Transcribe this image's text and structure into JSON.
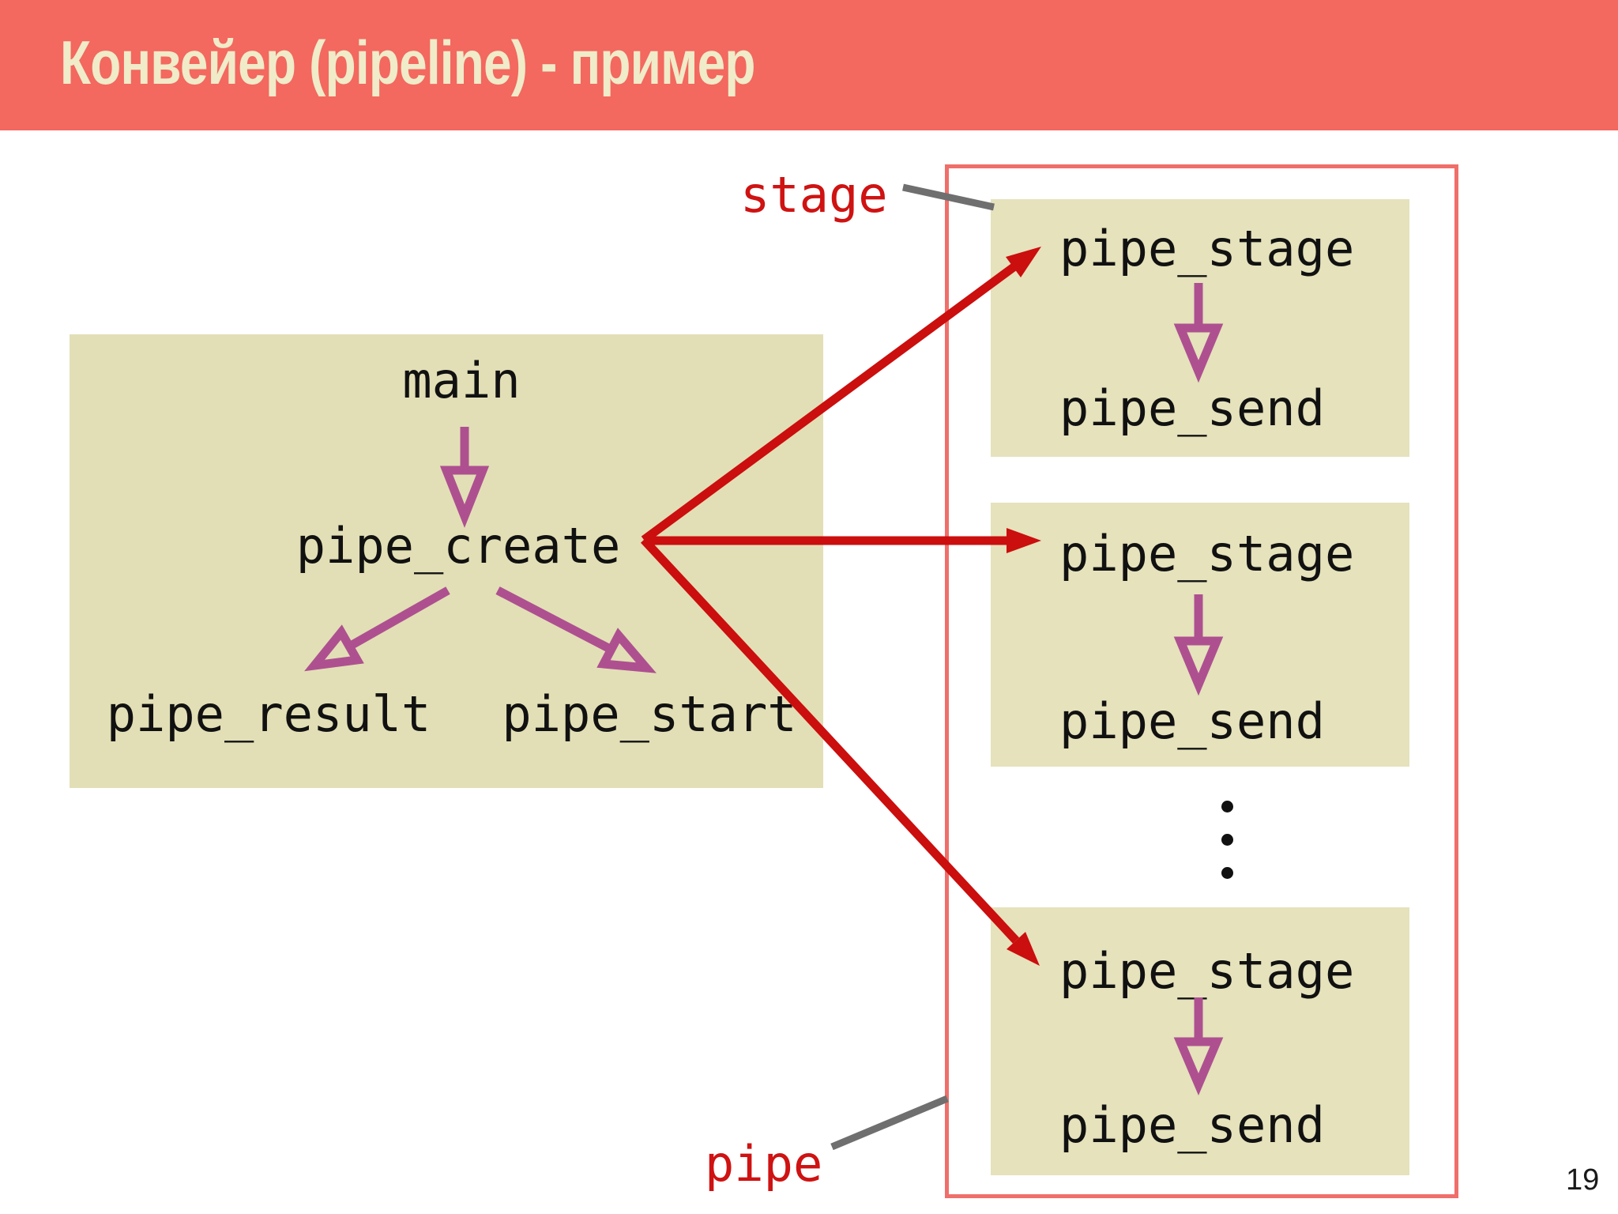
{
  "header": {
    "title": "Конвейер (pipeline) - пример"
  },
  "main_box": {
    "main": "main",
    "pipe_create": "pipe_create",
    "pipe_result": "pipe_result",
    "pipe_start": "pipe_start"
  },
  "pipe": {
    "stage_label": "stage",
    "pipe_label": "pipe",
    "stages": [
      {
        "stage": "pipe_stage",
        "send": "pipe_send"
      },
      {
        "stage": "pipe_stage",
        "send": "pipe_send"
      },
      {
        "stage": "pipe_stage",
        "send": "pipe_send"
      }
    ]
  },
  "page_number": "19",
  "colors": {
    "header_bg": "#f3685f",
    "title_text": "#f0ebc9",
    "process_box_bg": "#e3e0b9",
    "pipe_border": "#ef6f6a",
    "red_arrow": "#cb0e0e",
    "purple_arrow": "#ae5090",
    "annotation_red": "#cf1212",
    "leader_line_gray": "#6f6f6f",
    "node_text": "#111111"
  }
}
